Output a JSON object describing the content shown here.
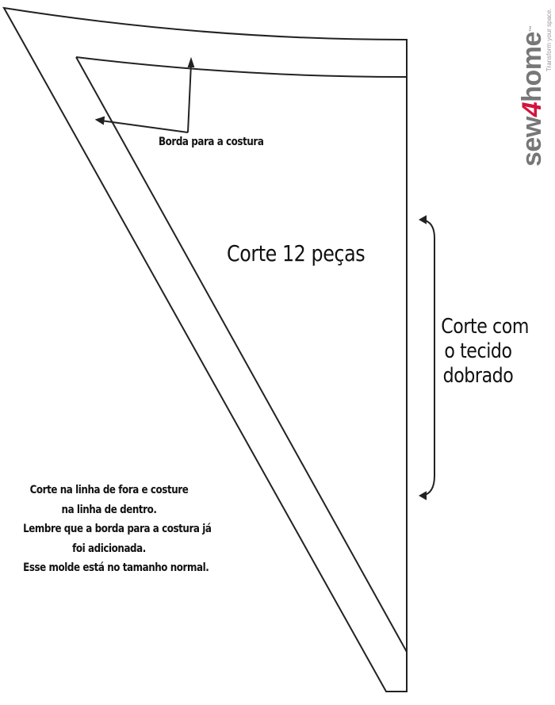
{
  "labels": {
    "seam_allowance": "Borda para a costura",
    "cut_pieces": "Corte 12 peças",
    "fold": [
      "Corte com",
      "o tecido",
      "dobrado"
    ],
    "notes": [
      "Corte na linha de fora e costure",
      "na linha de dentro.",
      "Lembre que a borda para a costura já",
      "foi adicionada.",
      "Esse molde está no tamanho normal."
    ]
  },
  "logo": {
    "brand_start": "sew",
    "brand_digit": "4",
    "brand_end": "home",
    "trademark": "™",
    "tagline": "Transform your space.",
    "digit_color": "#d4143c"
  }
}
